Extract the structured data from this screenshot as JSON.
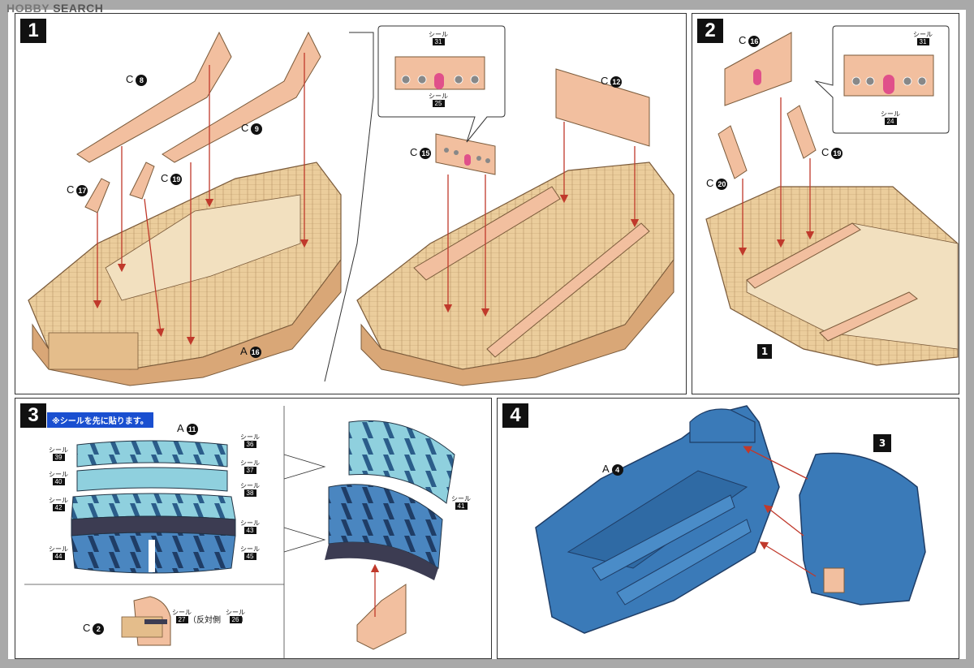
{
  "watermark": {
    "brand": "HOBBY",
    "name": "SEARCH"
  },
  "steps": [
    {
      "number": "1"
    },
    {
      "number": "2"
    },
    {
      "number": "3"
    },
    {
      "number": "4"
    }
  ],
  "step1": {
    "parts": {
      "c8": {
        "prefix": "C",
        "num": "8"
      },
      "c9": {
        "prefix": "C",
        "num": "9"
      },
      "c17": {
        "prefix": "C",
        "num": "17"
      },
      "c19": {
        "prefix": "C",
        "num": "19"
      },
      "a16": {
        "prefix": "A",
        "num": "16"
      },
      "c15": {
        "prefix": "C",
        "num": "15"
      },
      "c12": {
        "prefix": "C",
        "num": "12"
      }
    },
    "stickers": {
      "s31": {
        "label": "シール",
        "num": "31"
      },
      "s25": {
        "label": "シール",
        "num": "25"
      }
    }
  },
  "step2": {
    "parts": {
      "c16": {
        "prefix": "C",
        "num": "16"
      },
      "c19": {
        "prefix": "C",
        "num": "19"
      },
      "c20": {
        "prefix": "C",
        "num": "20"
      }
    },
    "stickers": {
      "s31": {
        "label": "シール",
        "num": "31"
      },
      "s24": {
        "label": "シール",
        "num": "24"
      }
    },
    "ref": "1"
  },
  "step3": {
    "note": "※シールを先に貼ります。",
    "part_a11": {
      "prefix": "A",
      "num": "11"
    },
    "part_c2": {
      "prefix": "C",
      "num": "2"
    },
    "stickers": {
      "s36": {
        "label": "シール",
        "num": "36"
      },
      "s37": {
        "label": "シール",
        "num": "37"
      },
      "s38": {
        "label": "シール",
        "num": "38"
      },
      "s39": {
        "label": "シール",
        "num": "39"
      },
      "s40": {
        "label": "シール",
        "num": "40"
      },
      "s42": {
        "label": "シール",
        "num": "42"
      },
      "s43": {
        "label": "シール",
        "num": "43"
      },
      "s44": {
        "label": "シール",
        "num": "44"
      },
      "s45": {
        "label": "シール",
        "num": "45"
      },
      "s41": {
        "label": "シール",
        "num": "41"
      },
      "s27": {
        "label": "シール",
        "num": "27"
      },
      "s26": {
        "label": "シール",
        "num": "26"
      }
    },
    "opposite": "（反対側",
    "close_paren": "）"
  },
  "step4": {
    "part_a4": {
      "prefix": "A",
      "num": "4"
    },
    "ref": "3"
  },
  "colors": {
    "wood": "#e8c896",
    "wood_dark": "#d9a777",
    "hull_blue": "#3a7ab8",
    "hull_stripe": "#7ec7d6",
    "hull_dark": "#2a4f80",
    "arrow": "#c0392b",
    "sticker_pink": "#e0508a"
  }
}
